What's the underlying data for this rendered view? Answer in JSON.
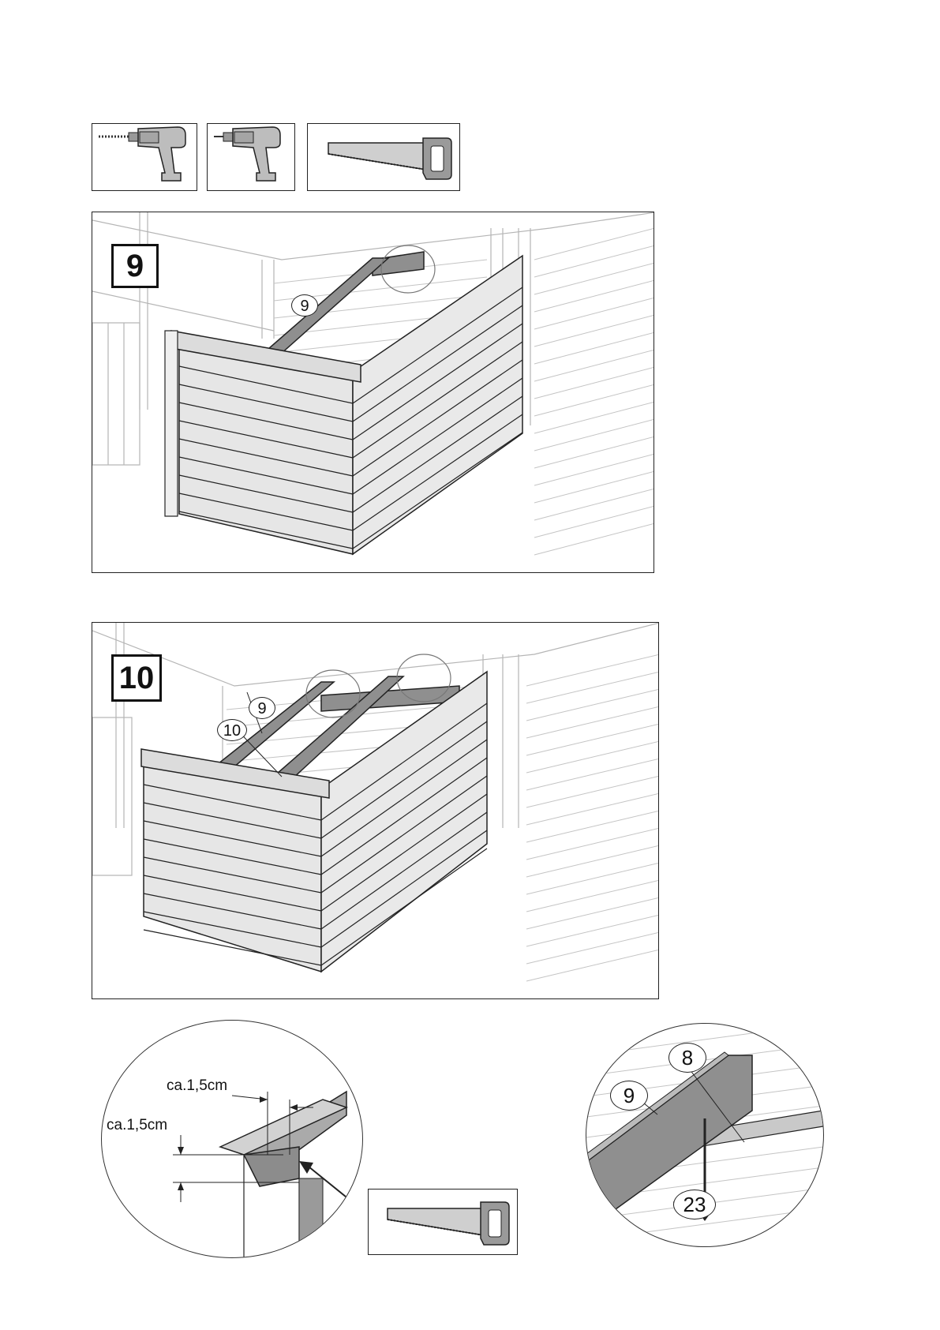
{
  "tools": [
    {
      "name": "drill-bit-icon"
    },
    {
      "name": "screwdriver-drill-icon"
    },
    {
      "name": "handsaw-icon"
    }
  ],
  "step9": {
    "number": "9",
    "callout": "9"
  },
  "step10": {
    "number": "10",
    "callout_a": "9",
    "callout_b": "10"
  },
  "detail_cut": {
    "dim_horizontal": "ca.1,5cm",
    "dim_vertical": "ca.1,5cm"
  },
  "detail_screw": {
    "callout_8": "8",
    "callout_9": "9",
    "callout_23": "23"
  },
  "colors": {
    "line": "#222222",
    "panel": "#e6e6e6",
    "beam": "#8f8f8f",
    "ghost": "#b5b5b5"
  }
}
